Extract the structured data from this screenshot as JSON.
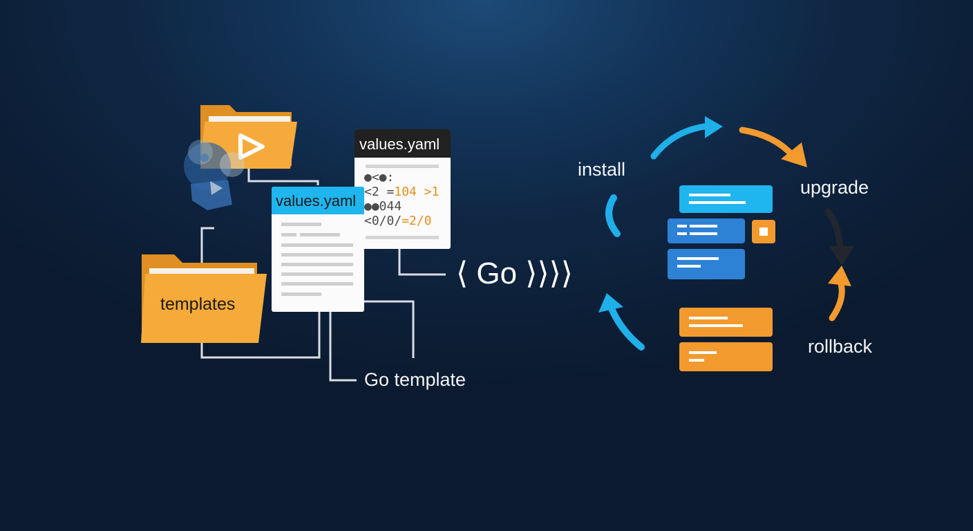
{
  "colors": {
    "accent_blue": "#1aa8e6",
    "card_blue": "#2f7fd1",
    "folder_orange": "#f2a93b",
    "accent_orange": "#f29a2e",
    "background": "#0f2643"
  },
  "icons": [
    "folder-icon",
    "play-icon",
    "helm-logo-icon",
    "arrow-icon"
  ],
  "templates_folder": {
    "label": "templates"
  },
  "values_front": {
    "title": "values.yaml"
  },
  "values_back": {
    "title": "values.yaml",
    "lines": [
      {
        "plain": "●<●:",
        "accent": ""
      },
      {
        "plain": "<2 =",
        "accent": "104 >1"
      },
      {
        "plain": "●●044",
        "accent": ""
      },
      {
        "plain": "<0/0/",
        "accent": "=2/0"
      }
    ]
  },
  "go_label": "Go template",
  "go_symbol": "⟨ Go ⟩⟩⟩⟩",
  "lifecycle": {
    "install": "install",
    "upgrade": "upgrade",
    "rollback": "rollback"
  }
}
